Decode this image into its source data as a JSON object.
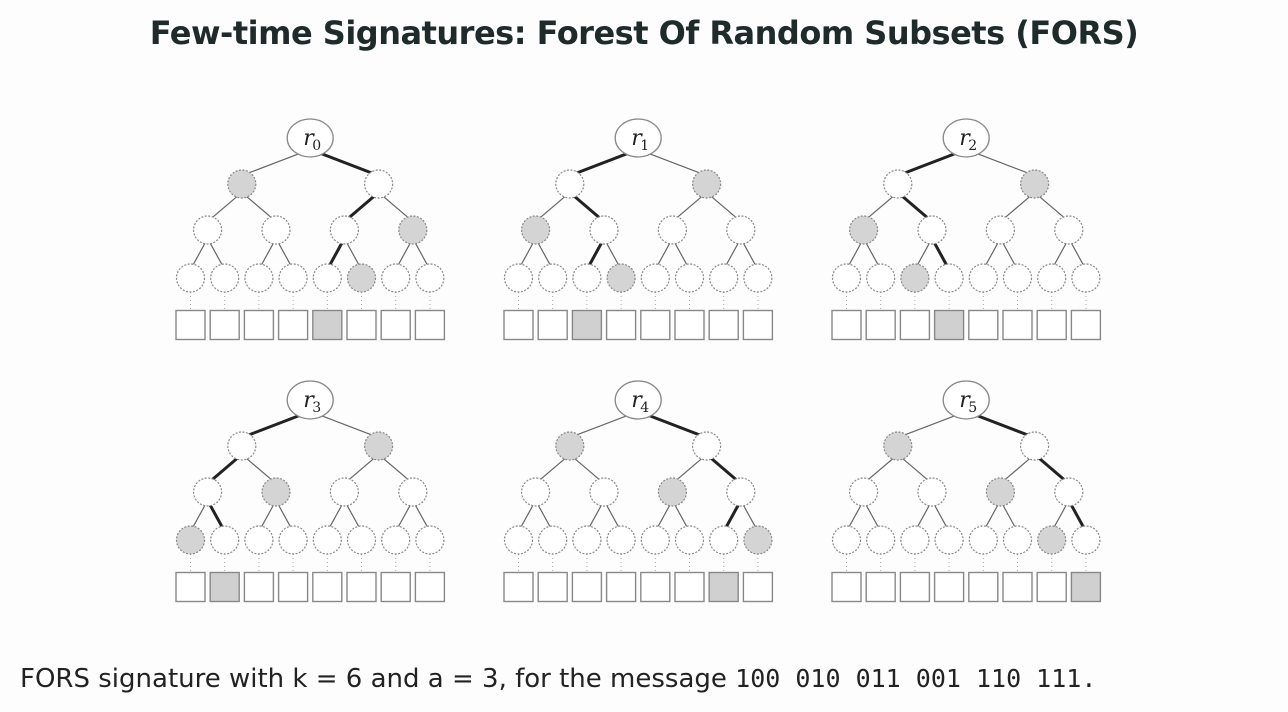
{
  "title": "Few-time Signatures: Forest Of Random Subsets (FORS)",
  "caption": {
    "text": "FORS signature with k = 6 and a = 3, for the message",
    "message": "100 010 011 001 110 111."
  },
  "colors": {
    "auth_fill": "#d4d4d4",
    "node_fill": "#ffffff",
    "path_stroke": "#222222",
    "edge_stroke": "#666666"
  },
  "trees": [
    {
      "root_label": "r",
      "root_sub": "0",
      "selected_leaf": 4
    },
    {
      "root_label": "r",
      "root_sub": "1",
      "selected_leaf": 2
    },
    {
      "root_label": "r",
      "root_sub": "2",
      "selected_leaf": 3
    },
    {
      "root_label": "r",
      "root_sub": "3",
      "selected_leaf": 1
    },
    {
      "root_label": "r",
      "root_sub": "4",
      "selected_leaf": 6
    },
    {
      "root_label": "r",
      "root_sub": "5",
      "selected_leaf": 7
    }
  ]
}
